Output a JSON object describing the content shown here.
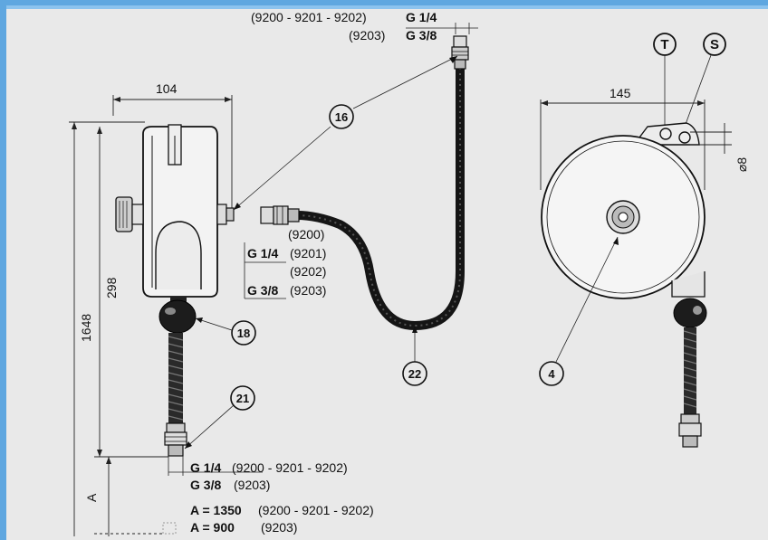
{
  "colors": {
    "border": "#5fa7e0",
    "paper": "#e9e9e9",
    "ink": "#111111",
    "hose": "#151515"
  },
  "top_fitting": {
    "models_a": "(9200 - 9201 - 9202)",
    "thread_a": "G 1/4",
    "models_b": "(9203)",
    "thread_b": "G 3/8"
  },
  "dimensions": {
    "width_side": "104",
    "width_front": "145",
    "height_total": "1648",
    "height_body": "298",
    "hole_diameter": "⌀8",
    "extension": "A"
  },
  "markers": {
    "T": "T",
    "S": "S"
  },
  "callouts": {
    "c16": "16",
    "c18": "18",
    "c21": "21",
    "c22": "22",
    "c4": "4"
  },
  "side_fitting": {
    "model_9200": "(9200)",
    "thread_a": "G 1/4",
    "model_9201": "(9201)",
    "model_9202": "(9202)",
    "thread_b": "G 3/8",
    "model_9203": "(9203)"
  },
  "bottom_fitting": {
    "thread_a": "G 1/4",
    "models_a": "(9200 - 9201 - 9202)",
    "thread_b": "G 3/8",
    "models_b": "(9203)"
  },
  "a_values": {
    "line1_value": "A = 1350",
    "line1_models": "(9200 - 9201 - 9202)",
    "line2_value": "A = 900",
    "line2_models": "(9203)"
  }
}
